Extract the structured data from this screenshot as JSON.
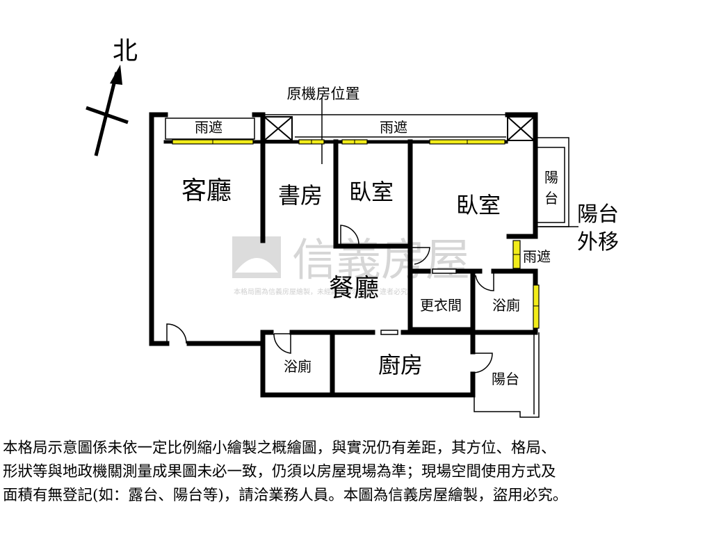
{
  "compass": {
    "north_label": "北"
  },
  "annotations": {
    "machine_room": "原機房位置",
    "balcony_moved_line1": "陽台",
    "balcony_moved_line2": "外移"
  },
  "rooms": {
    "canopy_left": "雨遮",
    "canopy_top": "雨遮",
    "canopy_side": "雨遮",
    "living_room": "客廳",
    "study": "書房",
    "bedroom_small": "臥室",
    "bedroom_master": "臥室",
    "dining_room": "餐廳",
    "walk_in_closet": "更衣間",
    "bathroom_master": "浴廁",
    "bathroom_common": "浴廁",
    "kitchen": "廚房",
    "balcony_rear": "陽台",
    "balcony_side_1": "陽",
    "balcony_side_2": "台"
  },
  "watermark": {
    "brand": "信義房屋",
    "notice": "本格局圖為信義房屋繪製，未經許可請勿盜用，違者必究"
  },
  "disclaimer": [
    "本格局示意圖係未依一定比例縮小繪製之概繪圖，與實況仍有差距，其方位、格局、",
    "形狀等與地政機關測量成果圖未必一致，仍須以房屋現場為準；現場空間使用方式及",
    "面積有無登記(如：露台、陽台等)，請洽業務人員。本圖為信義房屋繪製，盜用必究。"
  ],
  "colors": {
    "wall": "#000000",
    "window": "#f2ec1a",
    "watermark": "#d6d6d6"
  }
}
